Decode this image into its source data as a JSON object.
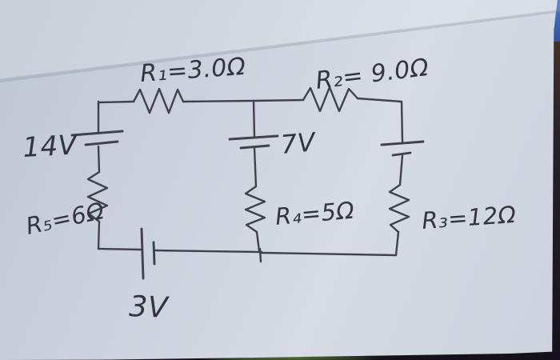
{
  "paper": {
    "background_hex": "#cdd4df",
    "ink_hex": "#3a3a45"
  },
  "desk": {
    "dark_hex": "#1d1822",
    "green_hex": "#41592e",
    "blue_hex": "#3e63b4"
  },
  "circuit": {
    "labels": {
      "r1": "R₁=3.0Ω",
      "r2": "R₂= 9.0Ω",
      "v14": "14V",
      "v7": "7V",
      "v3": "3V",
      "r5": "R₅=6Ω",
      "r4": "R₄=5Ω",
      "r3": "R₃=12Ω"
    },
    "components": [
      {
        "id": "R1",
        "type": "resistor",
        "value_ohms": 3.0,
        "position": "top-left-segment"
      },
      {
        "id": "R2",
        "type": "resistor",
        "value_ohms": 9.0,
        "position": "top-right-segment"
      },
      {
        "id": "R3",
        "type": "resistor",
        "value_ohms": 12,
        "position": "right-branch"
      },
      {
        "id": "R4",
        "type": "resistor",
        "value_ohms": 5,
        "position": "middle-branch"
      },
      {
        "id": "R5",
        "type": "resistor",
        "value_ohms": 6,
        "position": "left-branch"
      },
      {
        "id": "V14",
        "type": "battery",
        "value_volts": 14,
        "position": "left-branch"
      },
      {
        "id": "V7",
        "type": "battery",
        "value_volts": 7,
        "position": "middle-branch"
      },
      {
        "id": "V3",
        "type": "battery",
        "value_volts": 3,
        "position": "bottom-wire"
      },
      {
        "id": "battery-unlabeled",
        "type": "battery",
        "position": "right-branch"
      }
    ]
  }
}
